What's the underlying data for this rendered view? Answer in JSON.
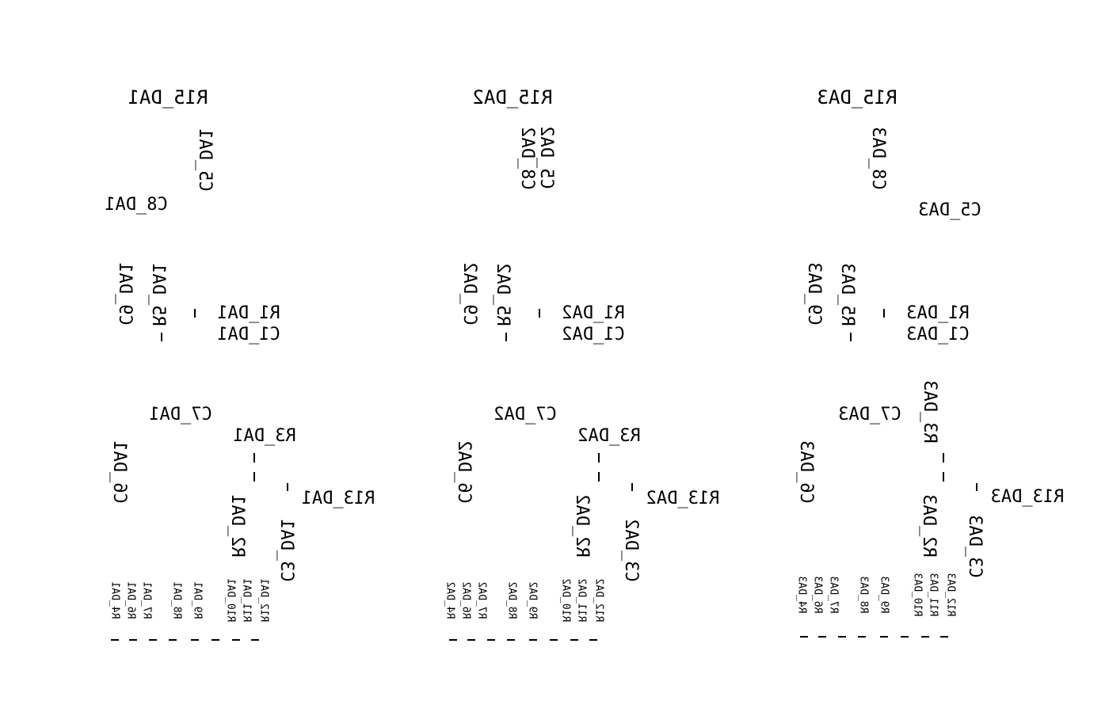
{
  "colors": {
    "ink": "#000000",
    "background": "#ffffff"
  },
  "mirrored": true,
  "groups": [
    {
      "id": "da1",
      "labels": {
        "r15": "R15_DA1",
        "c5": "C5_DA1",
        "c8": "C8_DA1",
        "c9": "C9_DA1",
        "r5": "R5_DA1",
        "r1": "R1_DA1",
        "c1": "C1_DA1",
        "c7": "C7_DA1",
        "r3": "R3_DA1",
        "c6": "C6_DA1",
        "r2": "R2_DA1",
        "r13": "R13_DA1",
        "c3": "C3_DA1",
        "bottom": [
          "R4_DA1",
          "R6_DA1",
          "R7_DA1",
          "R8_DA1",
          "R9_DA1",
          "R10_DA1",
          "R11_DA1",
          "R12_DA1"
        ]
      }
    },
    {
      "id": "da2",
      "labels": {
        "r15": "R15_DA2",
        "c5": "C5_DA2",
        "c8": "C8_DA2",
        "c9": "C9_DA2",
        "r5": "R5_DA2",
        "r1": "R1_DA2",
        "c1": "C1_DA2",
        "c7": "C7_DA2",
        "r3": "R3_DA2",
        "c6": "C6_DA2",
        "r2": "R2_DA2",
        "r13": "R13_DA2",
        "c3": "C3_DA2",
        "bottom": [
          "R4_DA2",
          "R6_DA2",
          "R7_DA2",
          "R8_DA2",
          "R9_DA2",
          "R10_DA2",
          "R11_DA2",
          "R12_DA2"
        ]
      }
    },
    {
      "id": "da3",
      "labels": {
        "r15": "R15_DA3",
        "c5": "C5_DA3",
        "c8": "C8_DA3",
        "c9": "C9_DA3",
        "r5": "R5_DA3",
        "r1": "R1_DA3",
        "c1": "C1_DA3",
        "c7": "C7_DA3",
        "r3": "R3_DA3",
        "c6": "C6_DA3",
        "r2": "R2_DA3",
        "r13": "R13_DA3",
        "c3": "C3_DA3",
        "bottom": [
          "R4_DA3",
          "R6_DA3",
          "R7_DA3",
          "R8_DA3",
          "R9_DA3",
          "R10_DA3",
          "R11_DA3",
          "R12_DA3"
        ]
      }
    }
  ]
}
